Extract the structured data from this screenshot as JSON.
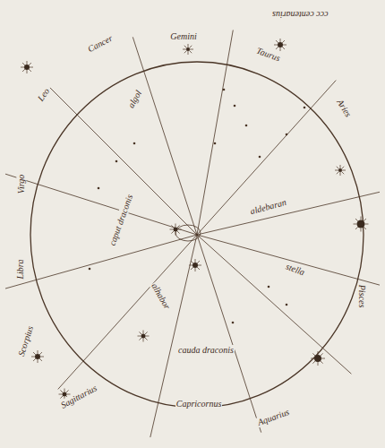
{
  "diagram": {
    "labels": [
      "ccc centenarius",
      "Capricornus",
      "Sagittarius",
      "Scorpius",
      "Libra",
      "Virgo",
      "Leo",
      "Cancer",
      "Gemini",
      "Taurus",
      "Aries",
      "Pisces",
      "Aquarius",
      "caput draconis",
      "cauda draconis",
      "aldebaran",
      "alhabor",
      "algol",
      "stella"
    ]
  }
}
